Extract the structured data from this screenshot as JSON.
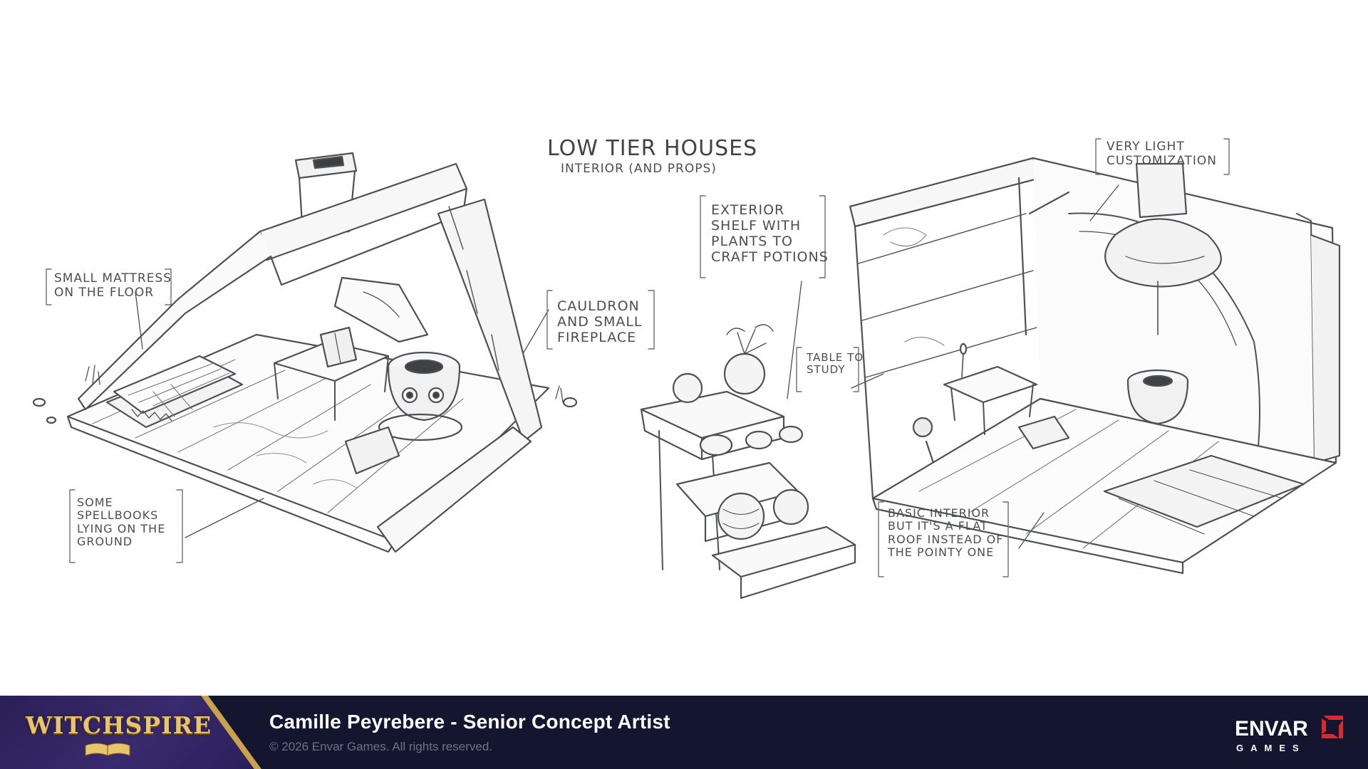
{
  "sheet": {
    "title": "LOW TIER HOUSES",
    "subtitle": "INTERIOR (AND PROPS)",
    "notes": {
      "mattress": "SMALL MATTRESS\nON THE FLOOR",
      "cauldron": "CAULDRON\nAND SMALL\nFIREPLACE",
      "spellbooks": "SOME\nSPELLBOOKS\nLYING ON THE\nGROUND",
      "shelf": "EXTERIOR\nSHELF WITH\nPLANTS TO\nCRAFT POTIONS",
      "table": "TABLE TO\nSTUDY",
      "customization": "VERY LIGHT\nCUSTOMIZATION",
      "basic": "BASIC INTERIOR\nBUT IT'S A FLAT\nROOF INSTEAD OF\nTHE POINTY ONE"
    }
  },
  "footer": {
    "game_logo": "WITCHSPIRE",
    "credit": "Camille Peyrebere - Senior Concept Artist",
    "copyright": "© 2026 Envar Games. All rights reserved.",
    "studio_name": "ENVAR",
    "studio_sub": "GAMES",
    "colors": {
      "bar": "#14152f",
      "logo_panel": "#2b1f57",
      "gold": "#c9a24e",
      "accent_red": "#e0262f"
    }
  }
}
